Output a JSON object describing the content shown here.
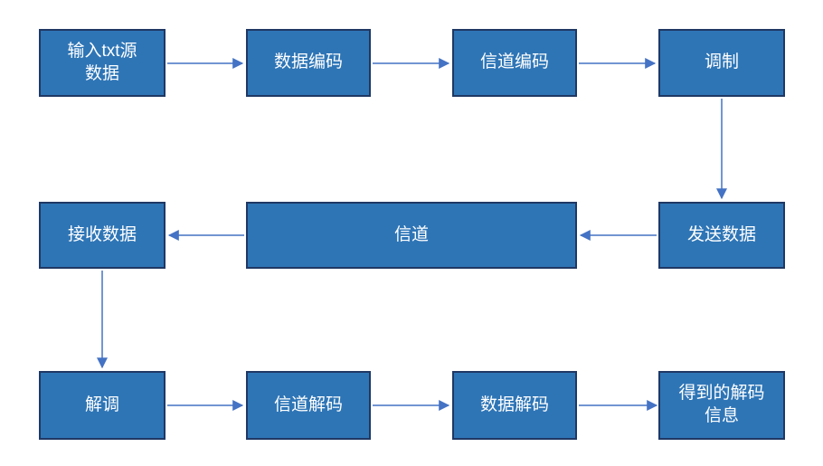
{
  "diagram": {
    "type": "flowchart",
    "description": "Communication system transmit/receive processing chain",
    "nodes": [
      {
        "id": "input-source",
        "label": "输入txt源\n数据"
      },
      {
        "id": "data-encoding",
        "label": "数据编码"
      },
      {
        "id": "channel-encoding",
        "label": "信道编码"
      },
      {
        "id": "modulation",
        "label": "调制"
      },
      {
        "id": "receive-data",
        "label": "接收数据"
      },
      {
        "id": "channel",
        "label": "信道"
      },
      {
        "id": "send-data",
        "label": "发送数据"
      },
      {
        "id": "demodulation",
        "label": "解调"
      },
      {
        "id": "channel-decoding",
        "label": "信道解码"
      },
      {
        "id": "data-decoding",
        "label": "数据解码"
      },
      {
        "id": "decoded-info",
        "label": "得到的解码\n信息"
      }
    ],
    "edges": [
      {
        "from": "input-source",
        "to": "data-encoding",
        "direction": "right"
      },
      {
        "from": "data-encoding",
        "to": "channel-encoding",
        "direction": "right"
      },
      {
        "from": "channel-encoding",
        "to": "modulation",
        "direction": "right"
      },
      {
        "from": "modulation",
        "to": "send-data",
        "direction": "down"
      },
      {
        "from": "send-data",
        "to": "channel",
        "direction": "left"
      },
      {
        "from": "channel",
        "to": "receive-data",
        "direction": "left"
      },
      {
        "from": "receive-data",
        "to": "demodulation",
        "direction": "down"
      },
      {
        "from": "demodulation",
        "to": "channel-decoding",
        "direction": "right"
      },
      {
        "from": "channel-decoding",
        "to": "data-decoding",
        "direction": "right"
      },
      {
        "from": "data-decoding",
        "to": "decoded-info",
        "direction": "right"
      }
    ]
  },
  "colors": {
    "page-bg": "#ffffff",
    "node-fill": "#2E75B6",
    "node-border": "#1F3864",
    "node-text": "#ffffff",
    "arrow-color": "#4472C4"
  }
}
